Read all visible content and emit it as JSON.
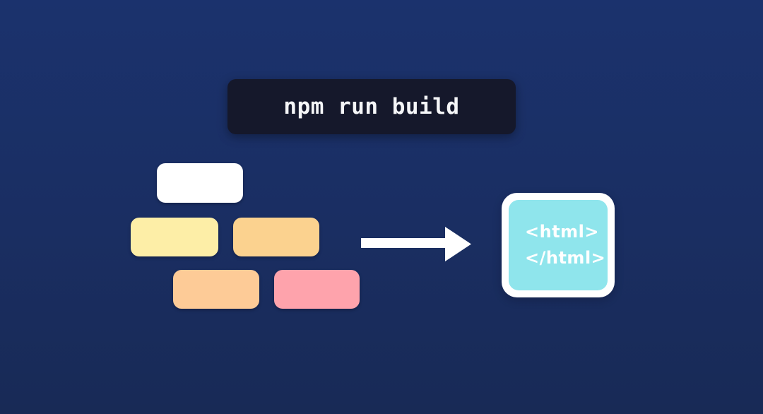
{
  "scene": {
    "description": "npm run build turning source blocks into an HTML file",
    "background_top": "#1B326D",
    "background_bottom": "#182A56"
  },
  "command_box": {
    "label": "npm run build",
    "bg_color": "#15182B",
    "text_color": "#F5F6F8"
  },
  "source_blocks": {
    "white": "#FFFFFF",
    "yellow": "#FDEEA7",
    "orange": "#FBD28F",
    "peach": "#FDCB97",
    "pink": "#FEA3AC"
  },
  "arrow": {
    "direction": "right",
    "color": "#FFFFFF"
  },
  "output_box": {
    "open_tag": "<html>",
    "close_tag": "</html>",
    "fill_color": "#8FE5EC",
    "border_color": "#FFFFFF",
    "text_color": "#FFFFFF"
  }
}
